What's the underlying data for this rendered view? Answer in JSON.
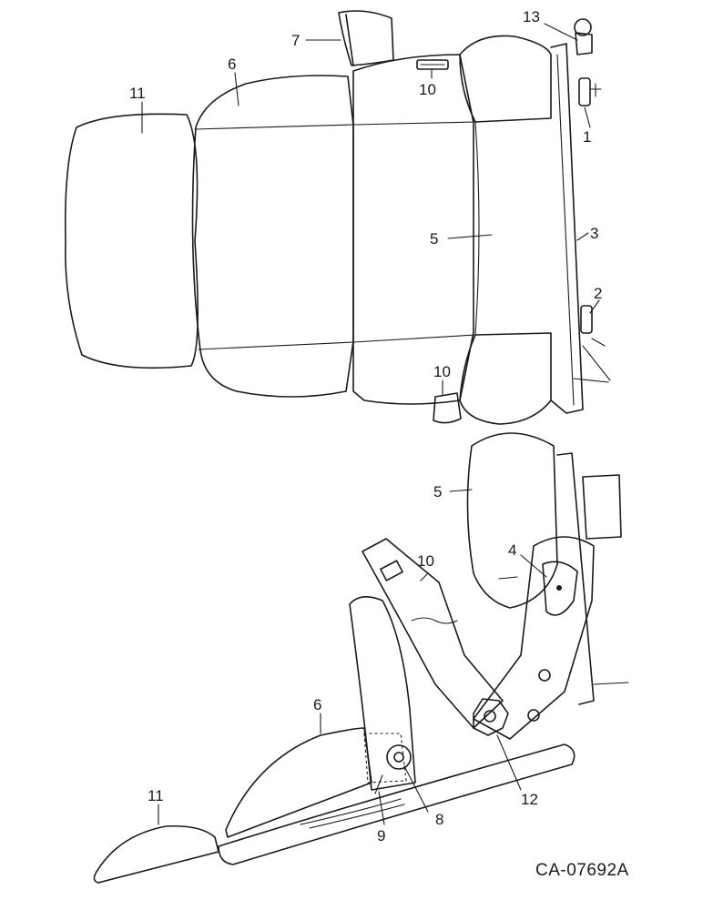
{
  "diagram": {
    "drawing_number": "CA-07692A",
    "callouts": [
      {
        "id": "c13",
        "label": "13"
      },
      {
        "id": "c7",
        "label": "7"
      },
      {
        "id": "c6a",
        "label": "6"
      },
      {
        "id": "c11a",
        "label": "11"
      },
      {
        "id": "c10a",
        "label": "10"
      },
      {
        "id": "c1",
        "label": "1"
      },
      {
        "id": "c5a",
        "label": "5"
      },
      {
        "id": "c3",
        "label": "3"
      },
      {
        "id": "c2",
        "label": "2"
      },
      {
        "id": "c10b",
        "label": "10"
      },
      {
        "id": "c5b",
        "label": "5"
      },
      {
        "id": "c4",
        "label": "4"
      },
      {
        "id": "c10c",
        "label": "10"
      },
      {
        "id": "c6b",
        "label": "6"
      },
      {
        "id": "c11b",
        "label": "11"
      },
      {
        "id": "c12",
        "label": "12"
      },
      {
        "id": "c8",
        "label": "8"
      },
      {
        "id": "c9",
        "label": "9"
      }
    ]
  }
}
